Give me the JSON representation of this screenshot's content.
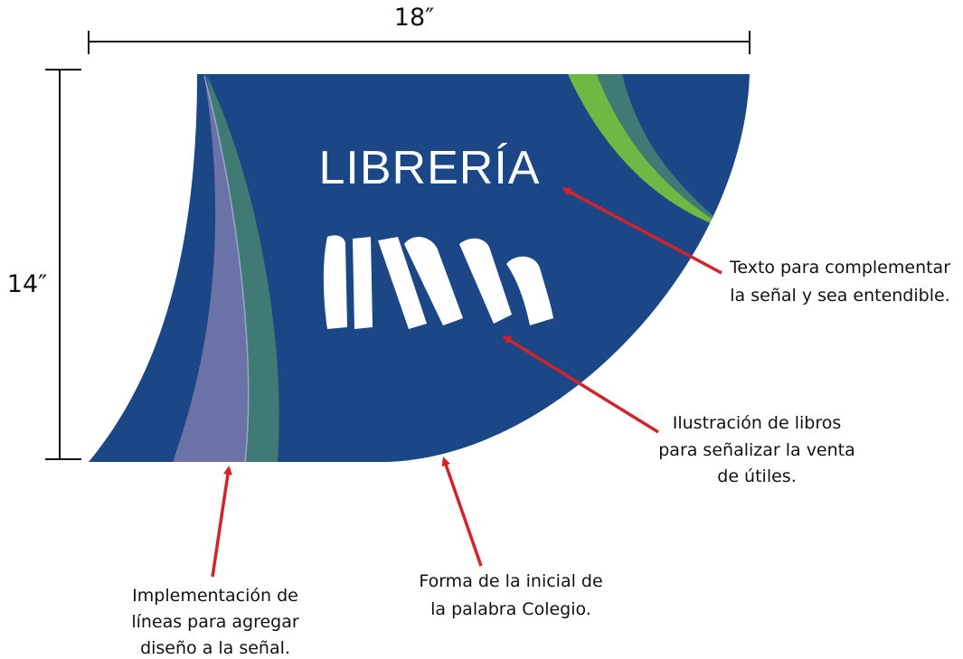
{
  "dimensions": {
    "width_label": "18″",
    "height_label": "14″"
  },
  "sign": {
    "title": "LIBRERÍA",
    "books_icon": "books-icon"
  },
  "annotations": {
    "text_note": {
      "lines": [
        "Texto para complementar",
        "la señal y sea entendible."
      ]
    },
    "books_note": {
      "lines": [
        "Ilustración de libros",
        "para señalizar la venta",
        "de útiles."
      ]
    },
    "shape_note": {
      "lines": [
        "Forma de la inicial de",
        "la palabra Colegio."
      ]
    },
    "lines_note": {
      "lines": [
        "Implementación de",
        "líneas para agregar",
        "diseño a la señal."
      ]
    }
  },
  "colors": {
    "sign_blue": "#1b4787",
    "stripe_lavender": "#6b72a8",
    "stripe_teal": "#3f7a74",
    "stripe_green": "#6fb844",
    "arrow_red": "#d2232a",
    "text_dark": "#111111"
  }
}
